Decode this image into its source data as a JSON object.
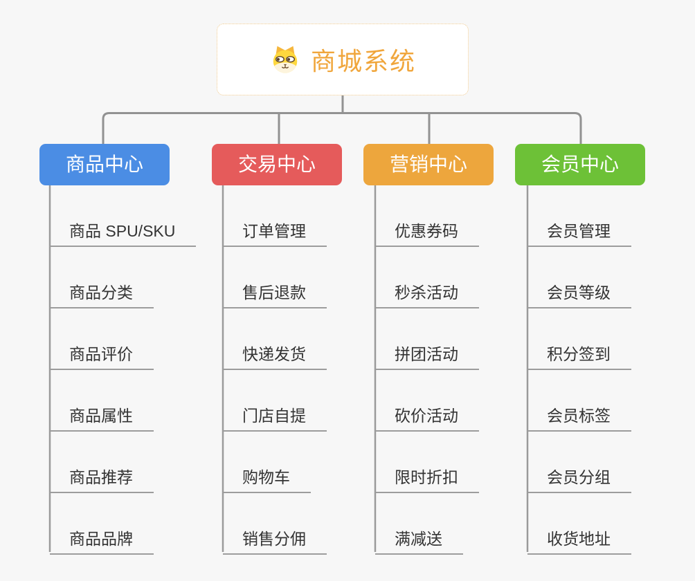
{
  "diagram": {
    "title": "商城系统",
    "type": "mindmap-org-chart"
  },
  "root": {
    "label": "商城系统",
    "icon": "dog-face-icon",
    "text_color": "#f0a63c"
  },
  "branches": [
    {
      "label": "商品中心",
      "color": "#4b8de4",
      "items": [
        "商品 SPU/SKU",
        "商品分类",
        "商品评价",
        "商品属性",
        "商品推荐",
        "商品品牌"
      ]
    },
    {
      "label": "交易中心",
      "color": "#e55b5b",
      "items": [
        "订单管理",
        "售后退款",
        "快递发货",
        "门店自提",
        "购物车",
        "销售分佣"
      ]
    },
    {
      "label": "营销中心",
      "color": "#eda63d",
      "items": [
        "优惠券码",
        "秒杀活动",
        "拼团活动",
        "砍价活动",
        "限时折扣",
        "满减送"
      ]
    },
    {
      "label": "会员中心",
      "color": "#6dc137",
      "items": [
        "会员管理",
        "会员等级",
        "积分签到",
        "会员标签",
        "会员分组",
        "收货地址"
      ]
    }
  ],
  "colors": {
    "background": "#f7f7f7",
    "connector_line": "#979797",
    "item_underline": "#9c9c9c",
    "item_text": "#333333",
    "root_border": "#f0c98d",
    "branch_text": "#ffffff"
  }
}
